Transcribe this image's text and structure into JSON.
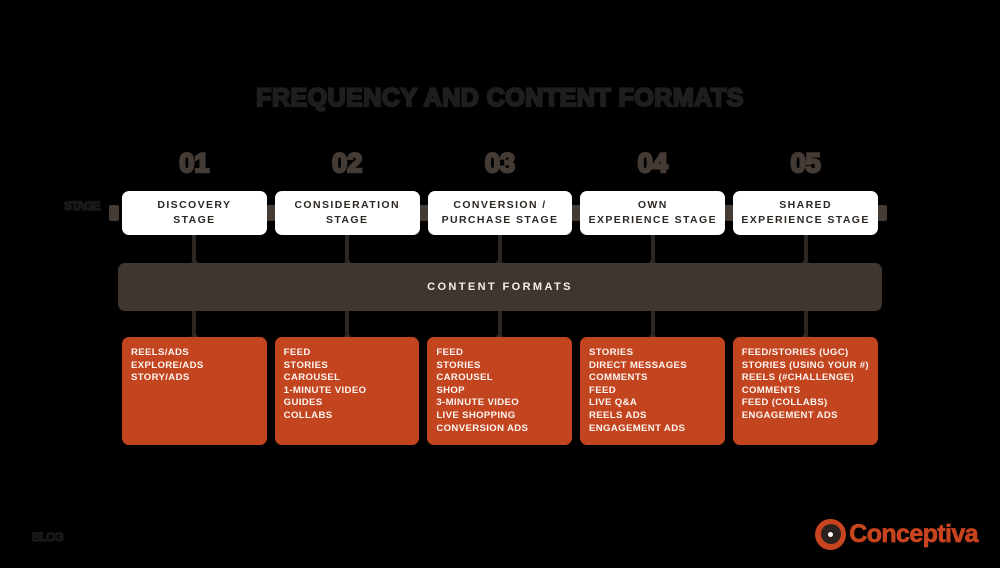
{
  "title": "FREQUENCY AND CONTENT FORMATS",
  "edge_label": "STAGE",
  "content_bar": {
    "label": "CONTENT FORMATS"
  },
  "colors": {
    "background": "#000000",
    "orange": "#c34520",
    "dark_bar": "#403630",
    "title_text": "#1e1e1e",
    "stage_box": "#ffffff",
    "stage_text": "#2d2723",
    "format_text": "#fdf6f2",
    "brand": "#c8441f"
  },
  "stages": [
    {
      "number": "01",
      "label": "DISCOVERY\nSTAGE",
      "label_lines": [
        "DISCOVERY",
        "STAGE"
      ],
      "formats": [
        "REELS/ADS",
        "EXPLORE/ADS",
        "STORY/ADS"
      ]
    },
    {
      "number": "02",
      "label": "CONSIDERATION\nSTAGE",
      "label_lines": [
        "CONSIDERATION",
        "STAGE"
      ],
      "formats": [
        "FEED",
        "STORIES",
        "CAROUSEL",
        "1-MINUTE VIDEO",
        "GUIDES",
        "COLLABS"
      ]
    },
    {
      "number": "03",
      "label": "CONVERSION /\nPURCHASE STAGE",
      "label_lines": [
        "CONVERSION /",
        "PURCHASE STAGE"
      ],
      "formats": [
        "FEED",
        "STORIES",
        "CAROUSEL",
        "SHOP",
        "3-MINUTE VIDEO",
        "LIVE SHOPPING",
        "CONVERSION ADS"
      ]
    },
    {
      "number": "04",
      "label": "OWN\nEXPERIENCE STAGE",
      "label_lines": [
        "OWN",
        "EXPERIENCE STAGE"
      ],
      "formats": [
        "STORIES",
        "DIRECT MESSAGES",
        "COMMENTS",
        "FEED",
        "LIVE Q&A",
        "REELS ADS",
        "ENGAGEMENT ADS"
      ]
    },
    {
      "number": "05",
      "label": "SHARED\nEXPERIENCE STAGE",
      "label_lines": [
        "SHARED",
        "EXPERIENCE STAGE"
      ],
      "formats": [
        "FEED/STORIES (UGC)",
        "STORIES (USING YOUR #)",
        "REELS (#CHALLENGE)",
        "COMMENTS",
        "FEED (COLLABS)",
        "ENGAGEMENT ADS"
      ]
    }
  ],
  "footer": {
    "left_label": "BLOG",
    "brand_name": "Conceptiva"
  }
}
